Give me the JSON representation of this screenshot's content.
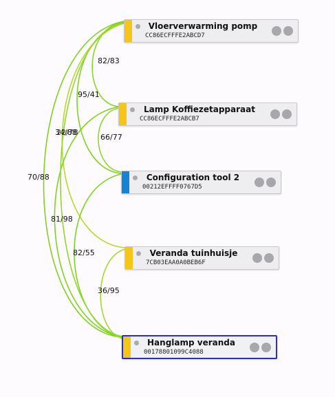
{
  "nodes": [
    {
      "title": "Vloerverwarming pomp",
      "address": "CC86ECFFFE2ABCD7",
      "color": "#f5c518"
    },
    {
      "title": "Lamp Koffiezetapparaat",
      "address": "CC86ECFFFE2ABCB7",
      "color": "#f5c518"
    },
    {
      "title": "Configuration tool 2",
      "address": "00212EFFFF0767D5",
      "color": "#1583d6"
    },
    {
      "title": "Veranda tuinhuisje",
      "address": "7CB03EAA0A0BEB6F",
      "color": "#f5c518"
    },
    {
      "title": "Hanglamp veranda",
      "address": "00178801099C4088",
      "color": "#f5c518"
    }
  ],
  "links": [
    {
      "label": "82/83"
    },
    {
      "label": "95/41"
    },
    {
      "label": "66/77"
    },
    {
      "label": "34/88"
    },
    {
      "label": "22/78"
    },
    {
      "label": "70/88"
    },
    {
      "label": "81/98"
    },
    {
      "label": "82/55"
    },
    {
      "label": "36/95"
    }
  ],
  "colors": {
    "link_green": "#7ed321",
    "link_yellowgreen": "#b8d82a",
    "selected_border": "#2b2ec4"
  }
}
